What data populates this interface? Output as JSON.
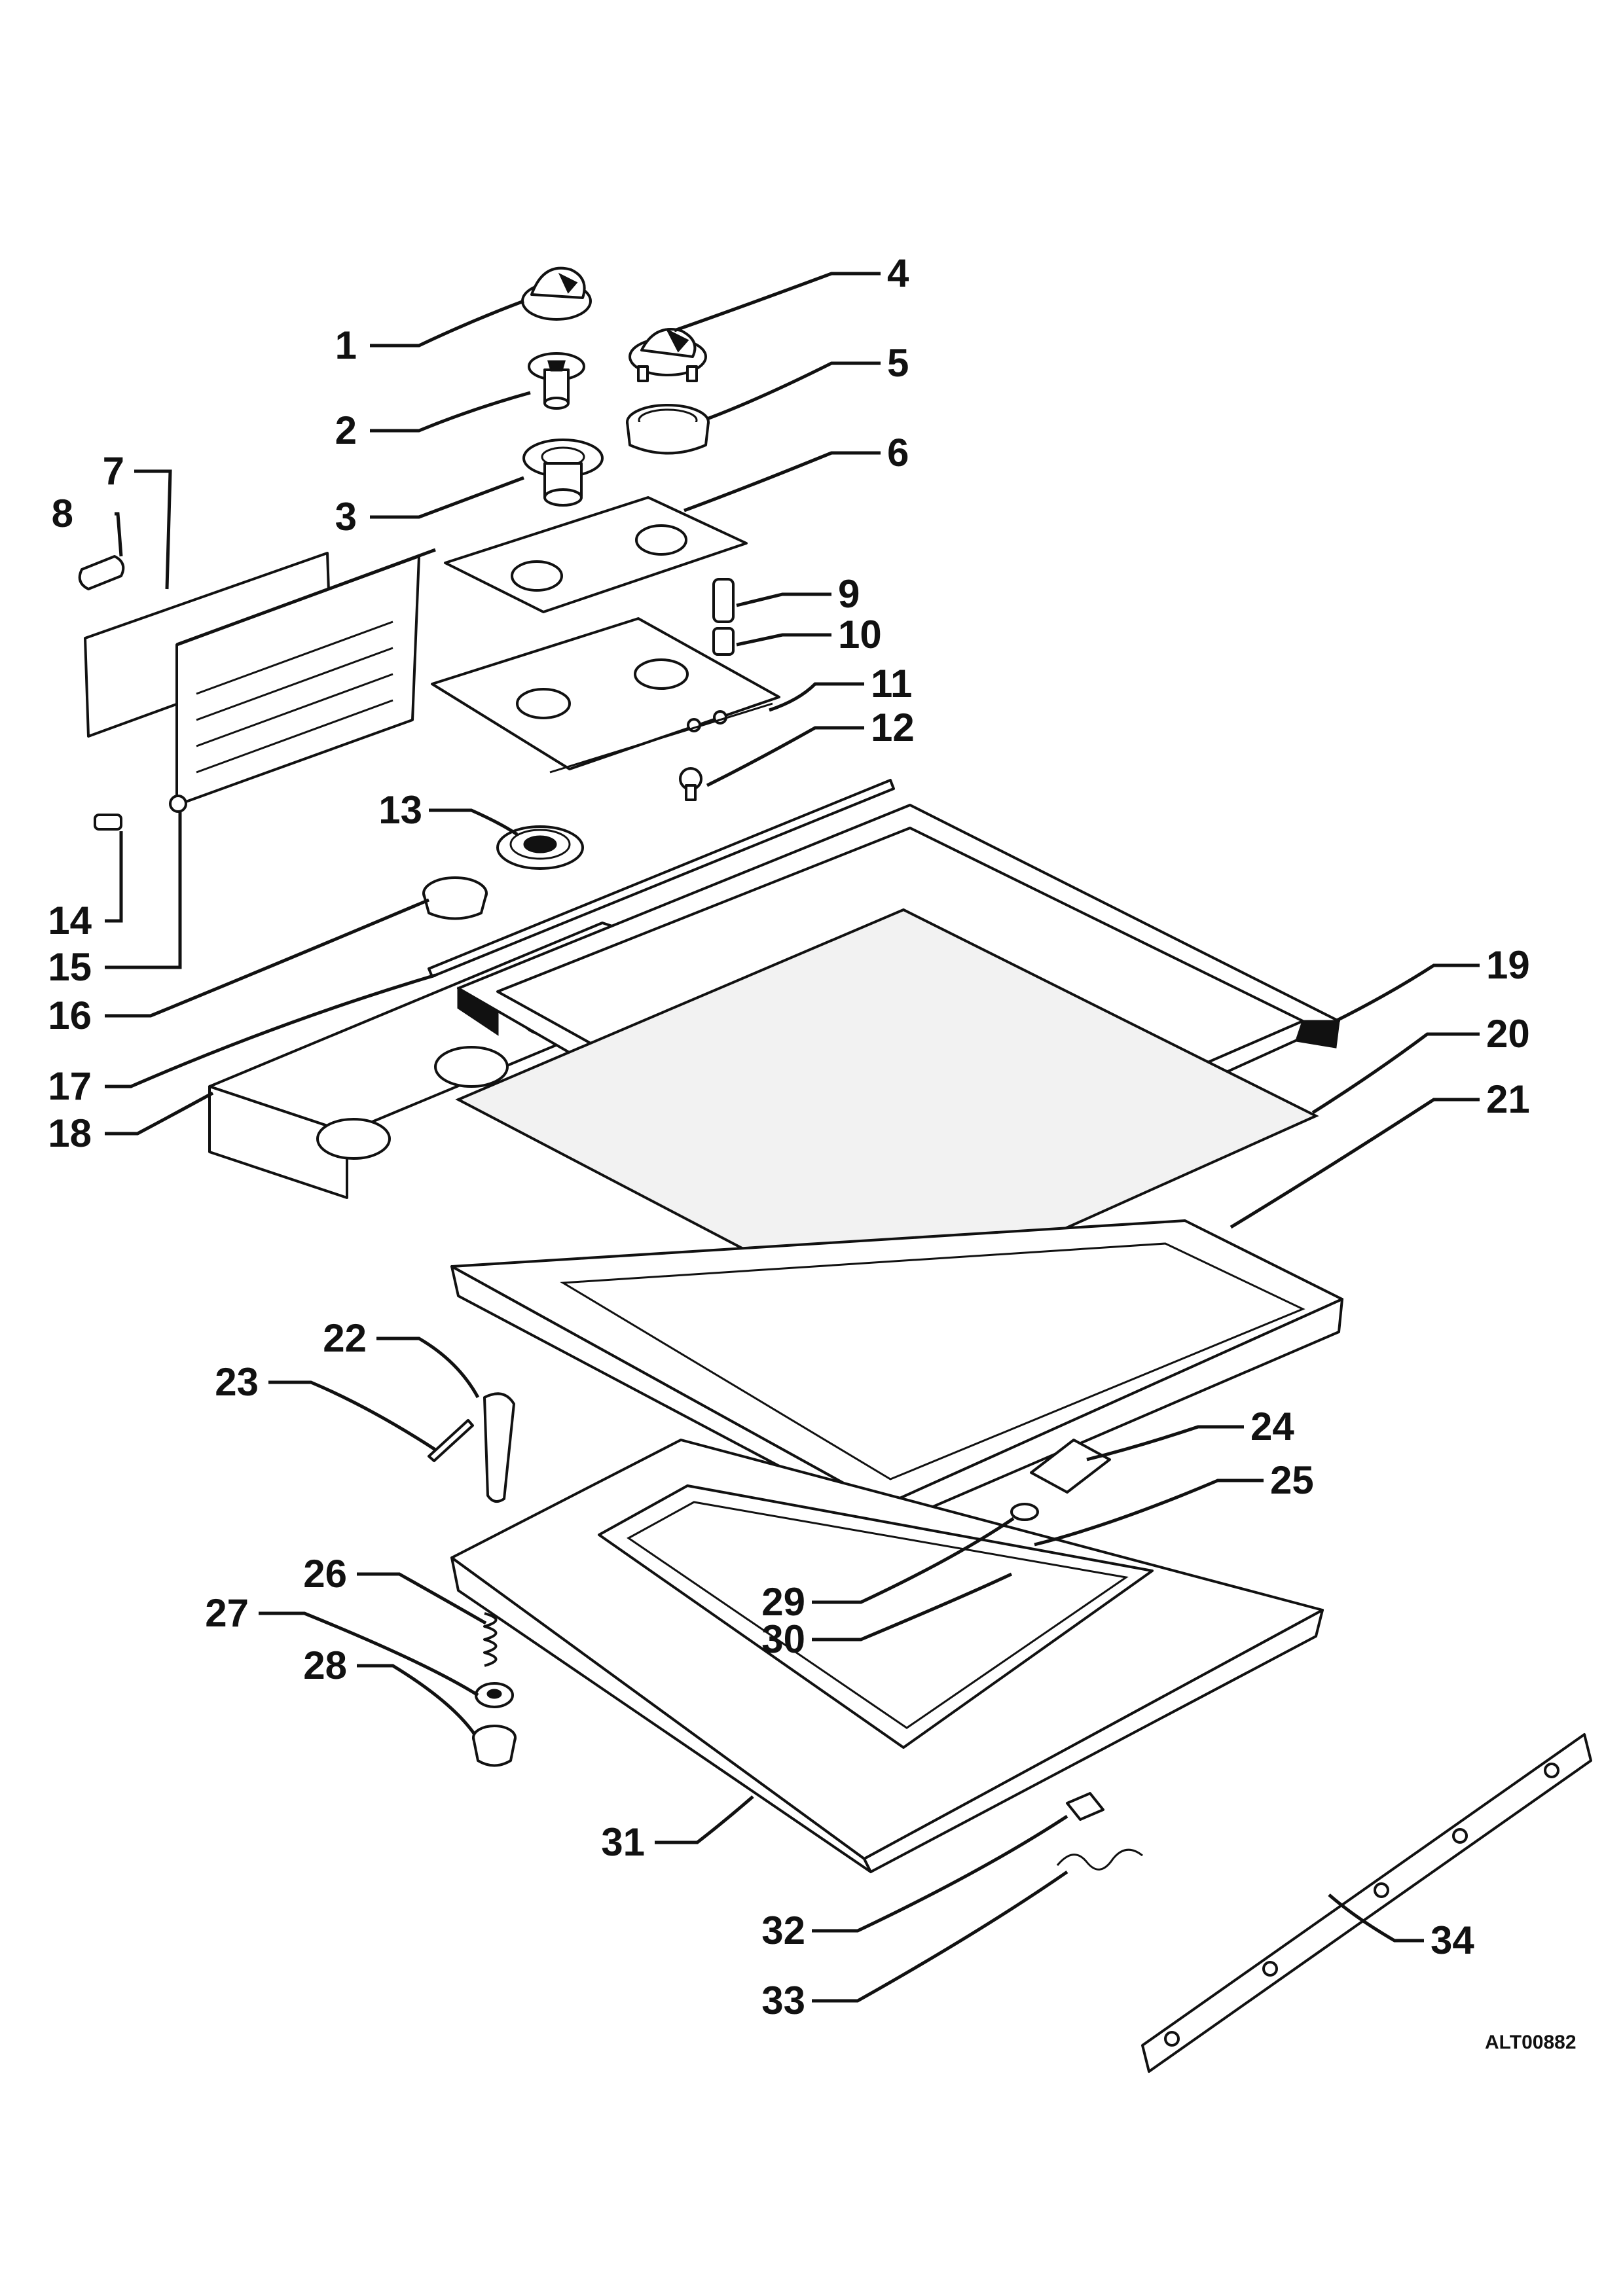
{
  "diagram": {
    "reference_code": "ALT00882",
    "callouts": [
      {
        "id": "1",
        "text": "1"
      },
      {
        "id": "2",
        "text": "2"
      },
      {
        "id": "3",
        "text": "3"
      },
      {
        "id": "4",
        "text": "4"
      },
      {
        "id": "5",
        "text": "5"
      },
      {
        "id": "6",
        "text": "6"
      },
      {
        "id": "7",
        "text": "7"
      },
      {
        "id": "8",
        "text": "8"
      },
      {
        "id": "9",
        "text": "9"
      },
      {
        "id": "10",
        "text": "10"
      },
      {
        "id": "11",
        "text": "11"
      },
      {
        "id": "12",
        "text": "12"
      },
      {
        "id": "13",
        "text": "13"
      },
      {
        "id": "14",
        "text": "14"
      },
      {
        "id": "15",
        "text": "15"
      },
      {
        "id": "16",
        "text": "16"
      },
      {
        "id": "17",
        "text": "17"
      },
      {
        "id": "18",
        "text": "18"
      },
      {
        "id": "19",
        "text": "19"
      },
      {
        "id": "20",
        "text": "20"
      },
      {
        "id": "21",
        "text": "21"
      },
      {
        "id": "22",
        "text": "22"
      },
      {
        "id": "23",
        "text": "23"
      },
      {
        "id": "24",
        "text": "24"
      },
      {
        "id": "25",
        "text": "25"
      },
      {
        "id": "26",
        "text": "26"
      },
      {
        "id": "27",
        "text": "27"
      },
      {
        "id": "28",
        "text": "28"
      },
      {
        "id": "29",
        "text": "29"
      },
      {
        "id": "30",
        "text": "30"
      },
      {
        "id": "31",
        "text": "31"
      },
      {
        "id": "32",
        "text": "32"
      },
      {
        "id": "33",
        "text": "33"
      },
      {
        "id": "34",
        "text": "34"
      }
    ]
  }
}
